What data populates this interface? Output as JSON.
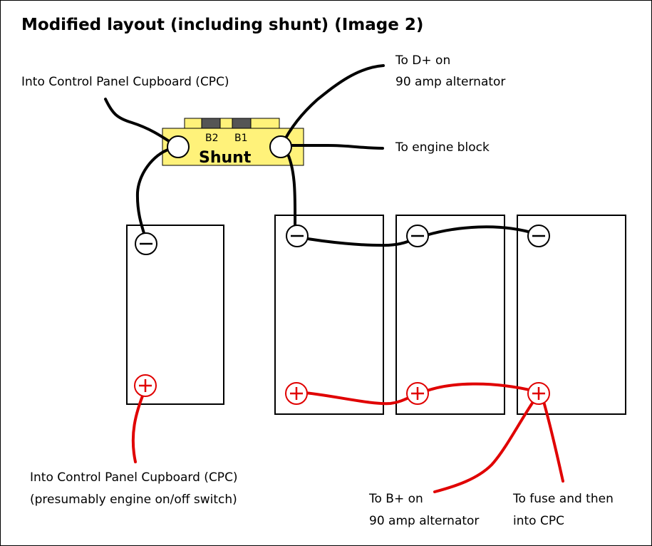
{
  "title": "Modified layout (including shunt) (Image 2)",
  "shunt": {
    "label": "Shunt",
    "terminal_b2": "B2",
    "terminal_b1": "B1",
    "color": "#fff27a"
  },
  "terminals": {
    "negative_symbol": "−",
    "positive_symbol": "+"
  },
  "labels": {
    "cpc_top": "Into Control Panel Cupboard (CPC)",
    "d_plus_line1": "To D+ on",
    "d_plus_line2": "90 amp alternator",
    "engine_block": "To engine block",
    "cpc_bottom_line1": "Into Control Panel Cupboard (CPC)",
    "cpc_bottom_line2": "(presumably engine on/off switch)",
    "b_plus_line1": "To B+ on",
    "b_plus_line2": "90 amp alternator",
    "fuse_line1": "To fuse and then",
    "fuse_line2": "into CPC"
  },
  "colors": {
    "negative_wire": "#000000",
    "positive_wire": "#e00000"
  }
}
